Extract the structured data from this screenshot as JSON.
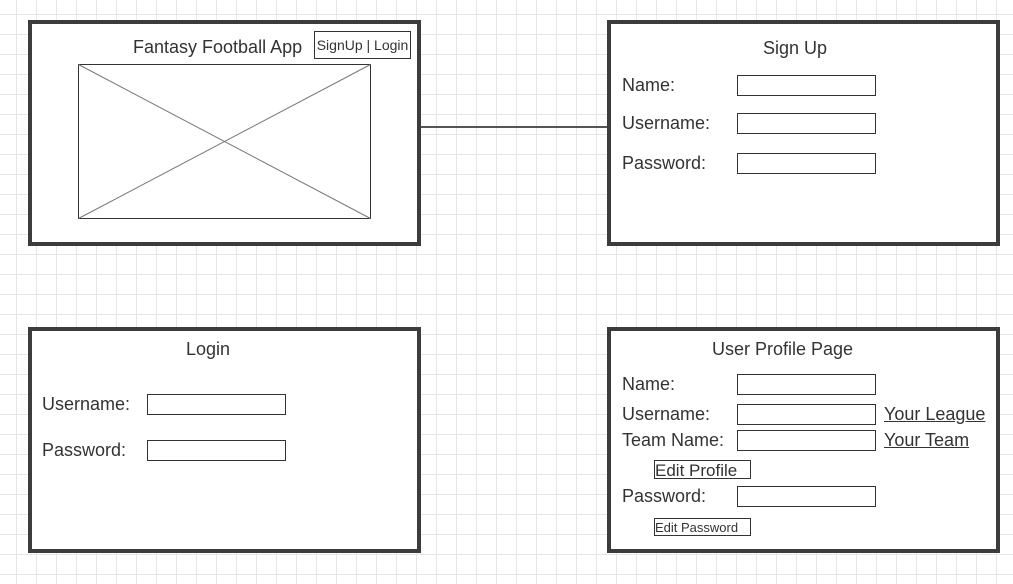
{
  "home": {
    "title": "Fantasy Football App",
    "auth_links": "SignUp | Login",
    "image_placeholder": "image-placeholder"
  },
  "signup": {
    "title": "Sign Up",
    "name_label": "Name:",
    "username_label": "Username:",
    "password_label": "Password:"
  },
  "login": {
    "title": "Login",
    "username_label": "Username:",
    "password_label": "Password:"
  },
  "profile": {
    "title": "User Profile Page",
    "name_label": "Name:",
    "username_label": "Username:",
    "team_name_label": "Team Name:",
    "your_league_link": "Your League",
    "your_team_link": "Your Team",
    "edit_profile_button": "Edit Profile",
    "password_label": "Password:",
    "edit_password_button": "Edit Password"
  },
  "colors": {
    "border": "#3c3c3c",
    "text": "#333333",
    "grid": "#e6e6e6",
    "background": "#ffffff"
  }
}
